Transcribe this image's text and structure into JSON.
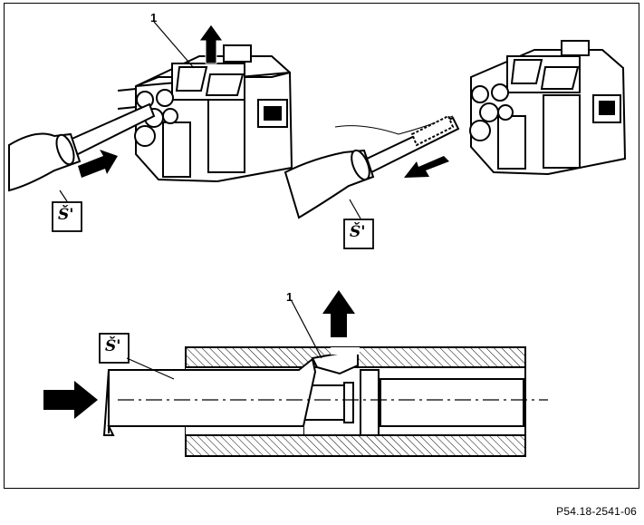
{
  "labels": {
    "part_top_left": "1",
    "part_bottom": "1",
    "tool_symbol": "Š'"
  },
  "figure_reference": "P54.18-2541-06",
  "icons": [
    "arrow-push-right",
    "arrow-pull-left",
    "arrow-up"
  ]
}
